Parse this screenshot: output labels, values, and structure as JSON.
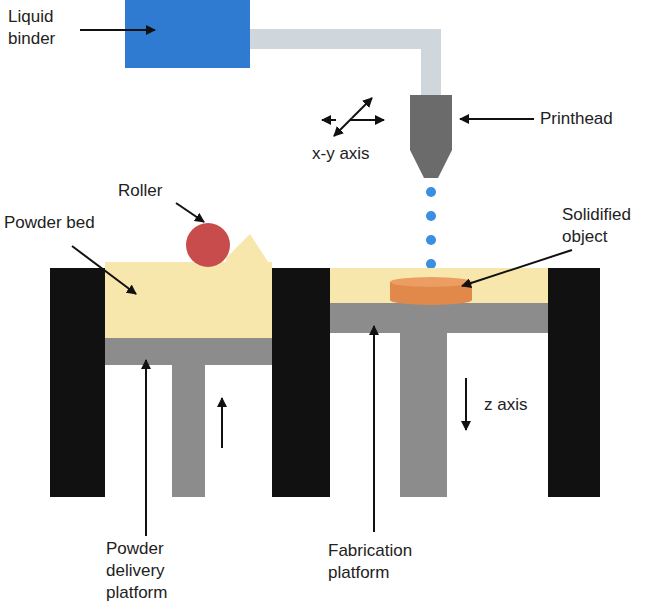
{
  "diagram": {
    "labels": [
      "Liquid binder",
      "Printhead",
      "x-y axis",
      "Roller",
      "Powder bed",
      "Solidified object",
      "z axis",
      "Powder delivery platform",
      "Fabrication platform"
    ]
  }
}
